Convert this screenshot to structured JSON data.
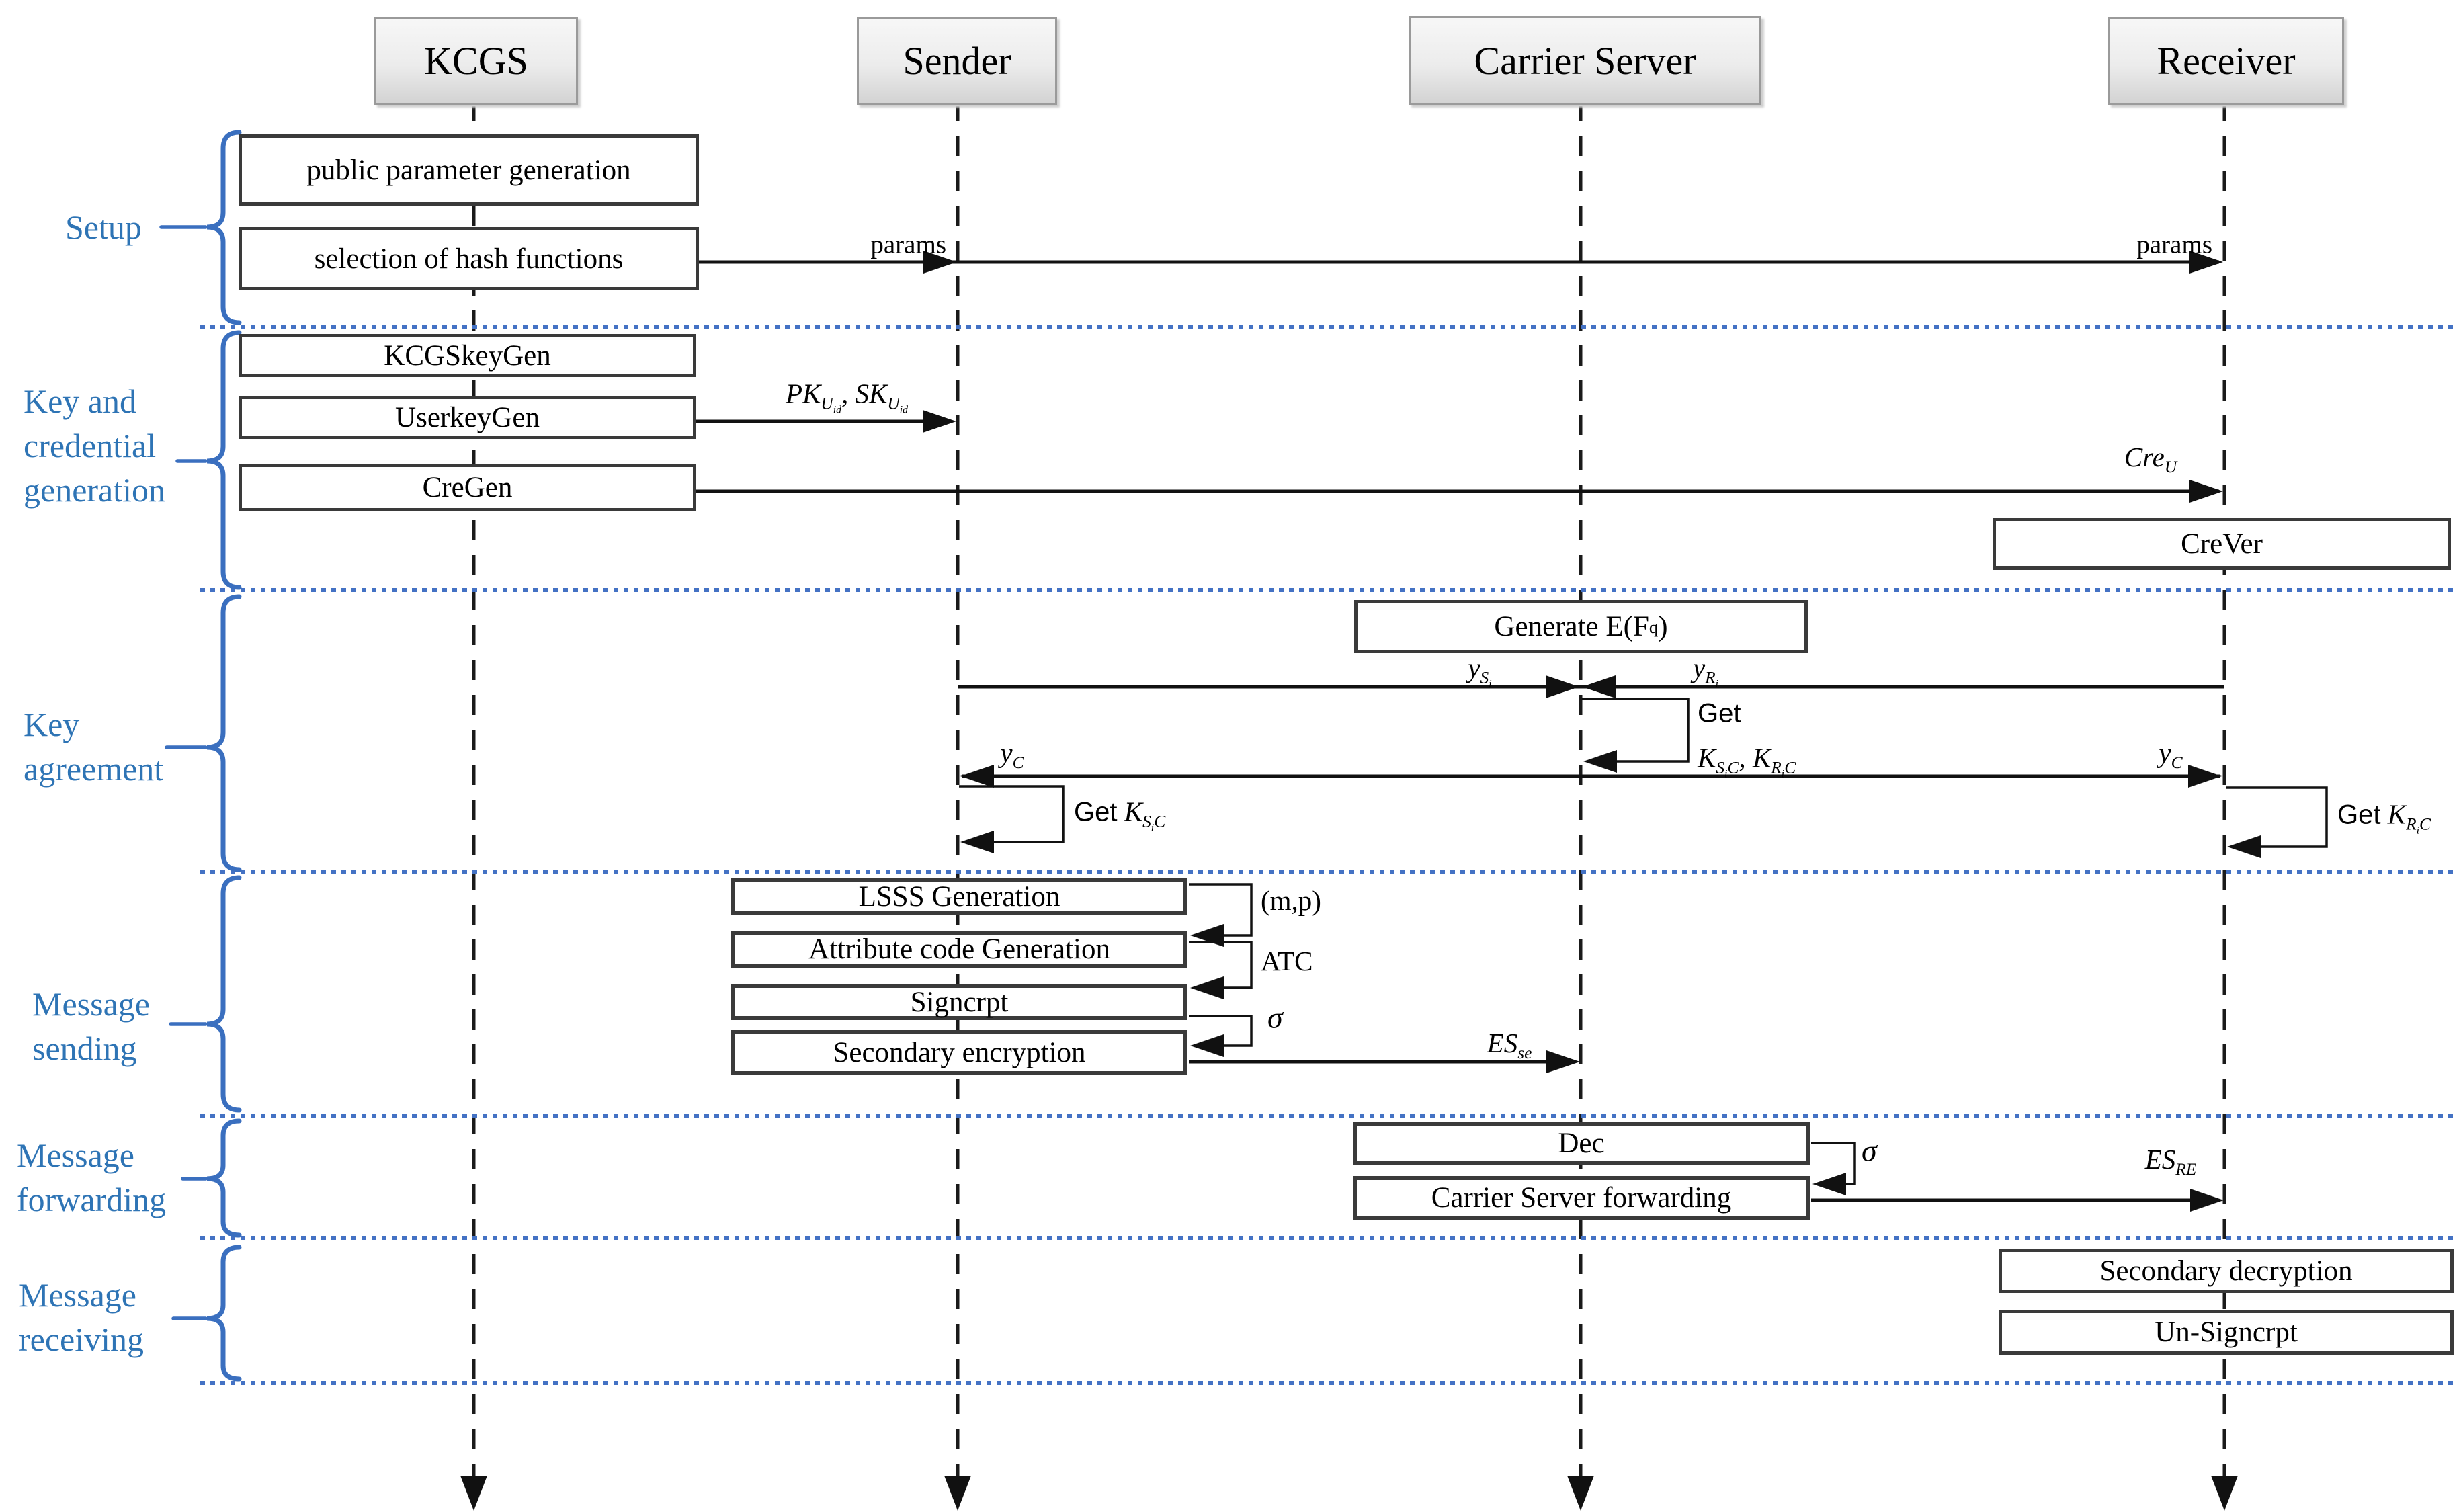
{
  "title": "sequence diagram",
  "actors": [
    {
      "label": "KCGS"
    },
    {
      "label": "Sender"
    },
    {
      "label": "Carrier Server"
    },
    {
      "label": "Receiver"
    }
  ],
  "sections": [
    {
      "lines": [
        "Setup"
      ]
    },
    {
      "lines": [
        "Key and",
        "credential",
        "generation"
      ]
    },
    {
      "lines": [
        "Key",
        "agreement"
      ]
    },
    {
      "lines": [
        "Message",
        "sending"
      ]
    },
    {
      "lines": [
        "Message",
        "forwarding"
      ]
    },
    {
      "lines": [
        "Message",
        "receiving"
      ]
    }
  ],
  "boxes": {
    "public_param": "public parameter generation",
    "hash_sel": "selection of  hash functions",
    "kcgskeygen": "KCGSkeyGen",
    "userkeygen": "UserkeyGen",
    "cregen": "CreGen",
    "crever": "CreVer",
    "gen_efq": "Generate E(F_{q})",
    "lsss": "LSSS Generation",
    "attr": "Attribute code Generation",
    "signcrpt": "Signcrpt",
    "secenc": "Secondary encryption",
    "dec": "Dec",
    "csfwd": "Carrier Server forwarding",
    "secdec": "Secondary decryption",
    "unsign": "Un-Signcrpt"
  },
  "messages": {
    "params_left": "params",
    "params_right": "params",
    "pk_sk": "PK_{U_{id}}, SK_{U_{id}}",
    "cre_u": "Cre_{U}",
    "y_si": "y_{S_{i}}",
    "y_ri": "y_{R_{i}}",
    "get_word": "Get",
    "k_pair": "K_{S_{i}C}, K_{R_{i}C}",
    "y_c_left": "y_{C}",
    "y_c_right": "y_{C}",
    "get_ksic_word": "Get",
    "get_ksic_math": "K_{S_{i}C}",
    "get_kric_word": "Get",
    "get_kric_math": "K_{R_{i}C}",
    "mp": "(m,p)",
    "atc": "ATC",
    "sigma1": "σ",
    "sigma2": "σ",
    "es_se": "ES_{se}",
    "es_re": "ES_{RE}"
  },
  "colors": {
    "section_label": "#2E74B5",
    "brace": "#3A6FBF",
    "separator": "#4472C4",
    "line": "#1a1a1a",
    "box_border": "#3a3a3a"
  }
}
